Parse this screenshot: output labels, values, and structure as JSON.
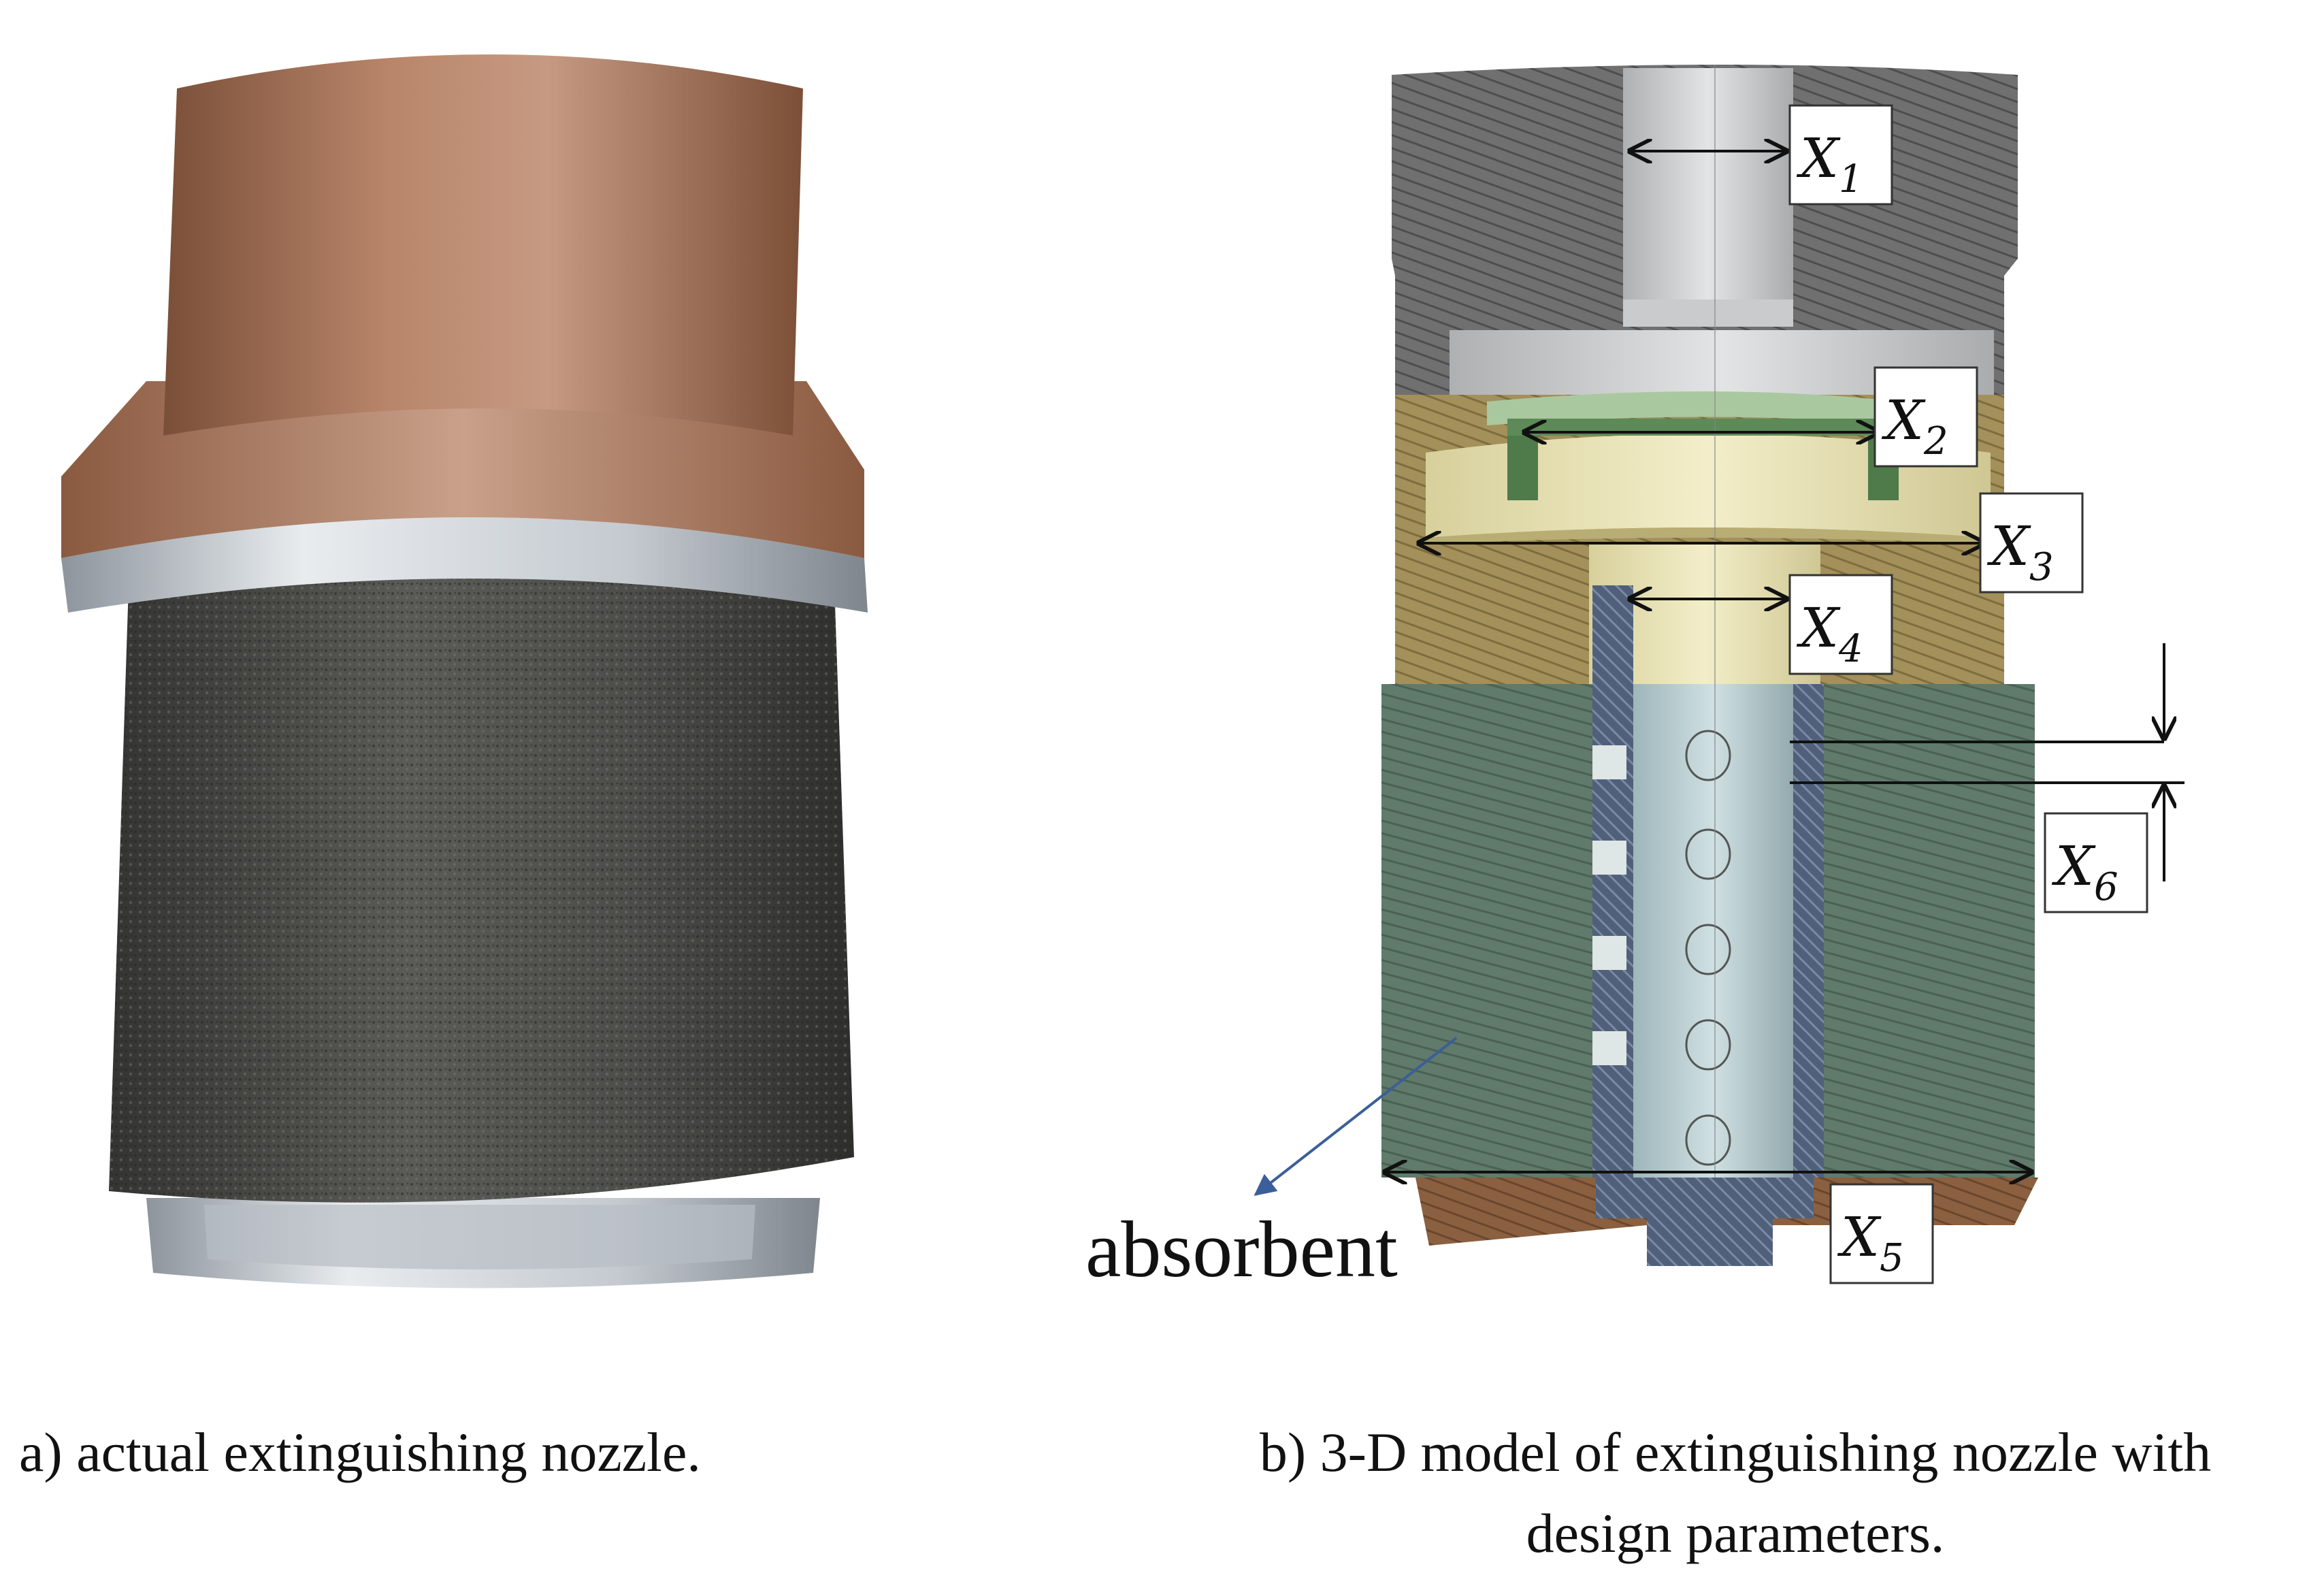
{
  "panels": {
    "a": {
      "caption": "a) actual extinguishing nozzle."
    },
    "b": {
      "caption_line1": "b) 3-D model of extinguishing nozzle with",
      "caption_line2": "design parameters."
    }
  },
  "parameters": [
    {
      "var": "X",
      "sub": "1"
    },
    {
      "var": "X",
      "sub": "2"
    },
    {
      "var": "X",
      "sub": "3"
    },
    {
      "var": "X",
      "sub": "4"
    },
    {
      "var": "X",
      "sub": "5"
    },
    {
      "var": "X",
      "sub": "6"
    }
  ],
  "annotation": {
    "label": "absorbent"
  },
  "colors": {
    "cap_copper": "#a8765a",
    "ring_silver": "#c9ccd0",
    "foam_dark": "#4a4a48",
    "model_dark_gray": "#6b6b6b",
    "model_olive": "#a3905a",
    "model_green": "#5f7a6a",
    "model_bottom_brown": "#8a6040",
    "model_core": "#b8cdd0",
    "arrow_blue": "#3b5f9a"
  }
}
